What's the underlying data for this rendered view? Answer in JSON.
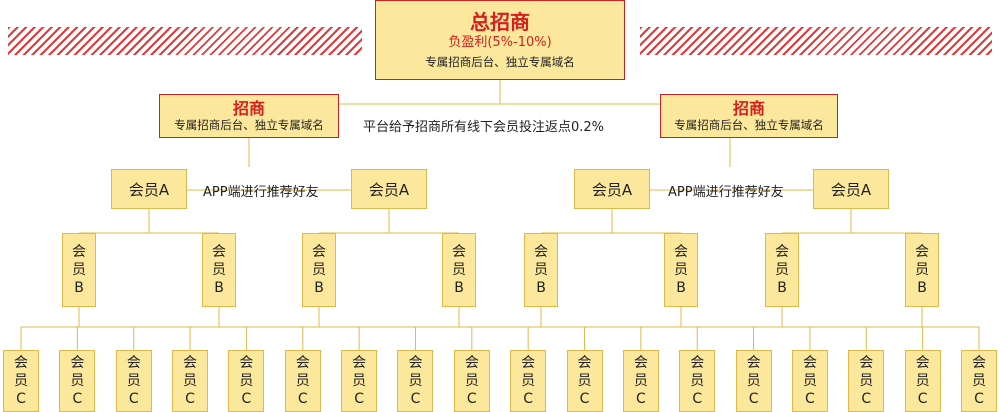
{
  "top": {
    "title": "总招商",
    "profit": "负盈利(5%-10%)",
    "desc": "专属招商后台、独立专属域名"
  },
  "agents": [
    {
      "title": "招商",
      "desc": "专属招商后台、独立专属域名"
    },
    {
      "title": "招商",
      "desc": "专属招商后台、独立专属域名"
    }
  ],
  "rebate_text": "平台给予招商所有线下会员投注返点0.2%",
  "app_text": "APP端进行推荐好友",
  "member_a_label": "会员A",
  "member_b_label": "会员B",
  "member_c_label": "会员C"
}
